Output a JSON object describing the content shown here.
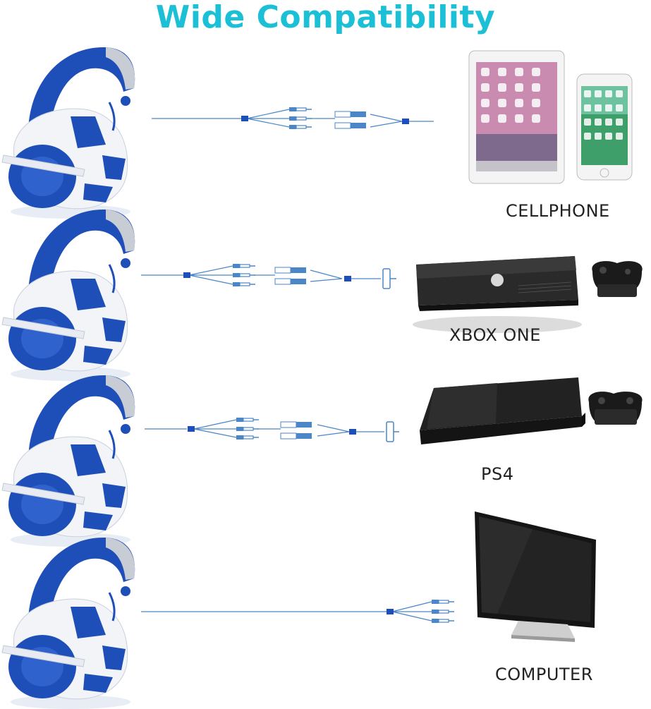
{
  "title": "Wide Compatibility",
  "colors": {
    "title": "#1cc0d6",
    "headset_blue": "#1e4fb8",
    "headset_white": "#f2f4f8",
    "cable": "#4a86c8",
    "device_dark": "#1b1b1b"
  },
  "rows": [
    {
      "device_label": "CELLPHONE",
      "device": "tablet-and-phone-image"
    },
    {
      "device_label": "XBOX ONE",
      "device": "xbox-console-image"
    },
    {
      "device_label": "PS4",
      "device": "ps4-console-image"
    },
    {
      "device_label": "COMPUTER",
      "device": "monitor-image"
    }
  ]
}
